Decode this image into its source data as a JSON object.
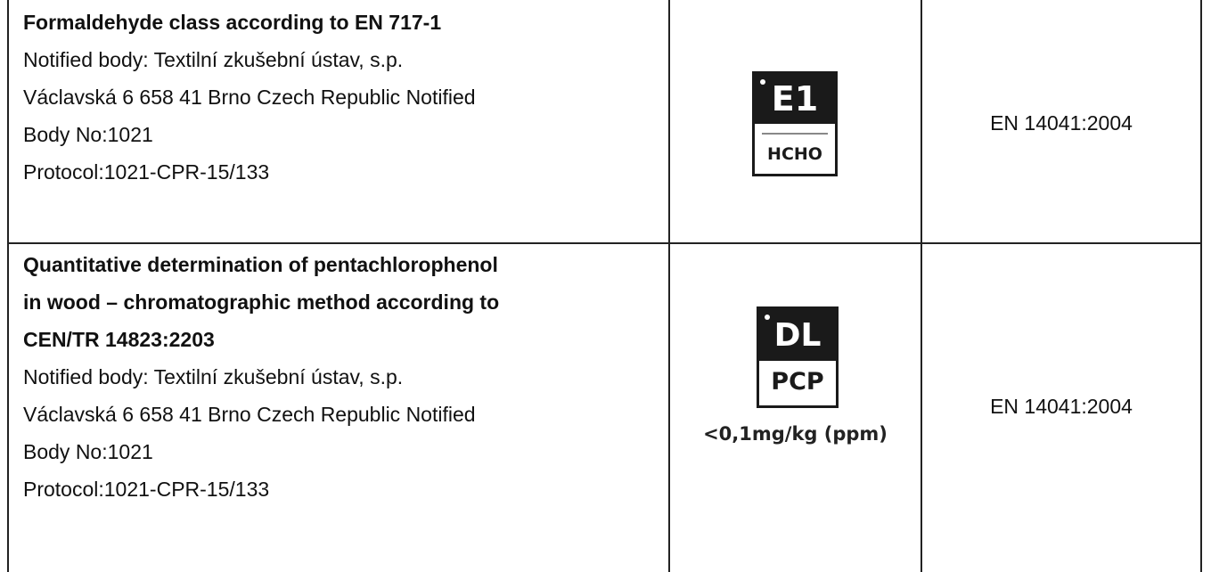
{
  "rows": [
    {
      "title_lines": [
        "Formaldehyde class according to EN 717-1"
      ],
      "body_lines": [
        "Notified body: Textilní zkušební ústav, s.p.",
        "Václavská 6 658 41 Brno Czech Republic Notified",
        "Body No:1021",
        "Protocol:1021-CPR-15/133"
      ],
      "badge": {
        "top": "E1",
        "bottom": "HCHO",
        "icon": "e1-hcho-label-icon"
      },
      "standard": "EN 14041:2004"
    },
    {
      "title_lines": [
        "Quantitative determination of pentachlorophenol",
        "in wood – chromatographic method according to",
        "CEN/TR 14823:2203"
      ],
      "body_lines": [
        "Notified body: Textilní zkušební ústav, s.p.",
        "Václavská 6 658 41 Brno Czech Republic Notified",
        "Body No:1021",
        "Protocol:1021-CPR-15/133"
      ],
      "badge": {
        "top": "DL",
        "bottom": "PCP",
        "caption": "<0,1mg/kg (ppm)",
        "icon": "dl-pcp-label-icon"
      },
      "standard": "EN 14041:2004"
    }
  ]
}
